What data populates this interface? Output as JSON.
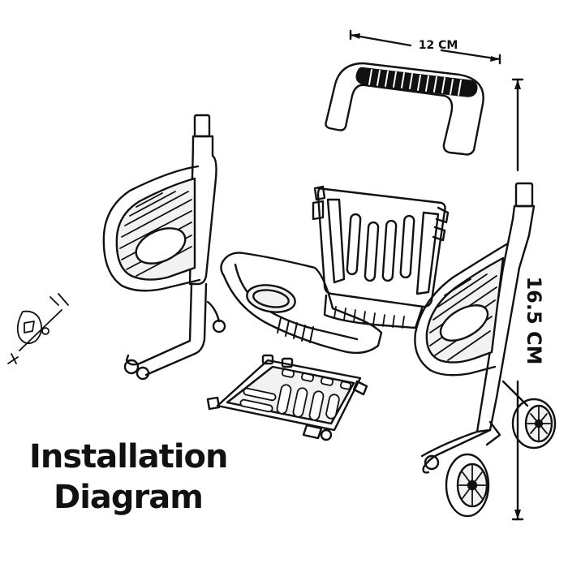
{
  "title": {
    "line1": "Installation",
    "line2": "Diagram"
  },
  "dimensions": {
    "width_label": "12 CM",
    "height_label": "16.5 CM"
  },
  "colors": {
    "ink": "#111111",
    "paper": "#ffffff",
    "pattern_fill": "#f2f2f2"
  }
}
